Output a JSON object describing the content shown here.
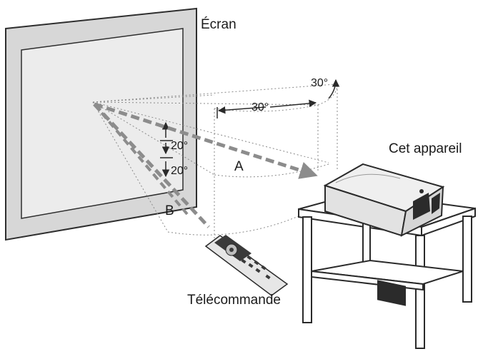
{
  "labels": {
    "screen": "Écran",
    "device": "Cet appareil",
    "remote": "Télécommande",
    "beam_a": "A",
    "beam_b": "B",
    "angle_top_outer": "30°",
    "angle_top_inner": "30°",
    "angle_vertical_up": "20°",
    "angle_vertical_down": "20°"
  },
  "colors": {
    "line": "#3a3a3a",
    "screen_fill": "#d9d9d9",
    "screen_inner": "#efefef",
    "beam": "#8c8c8c",
    "projector_body": "#e8e8e8",
    "projector_dark": "#2b2b2b",
    "table": "#ffffff"
  }
}
